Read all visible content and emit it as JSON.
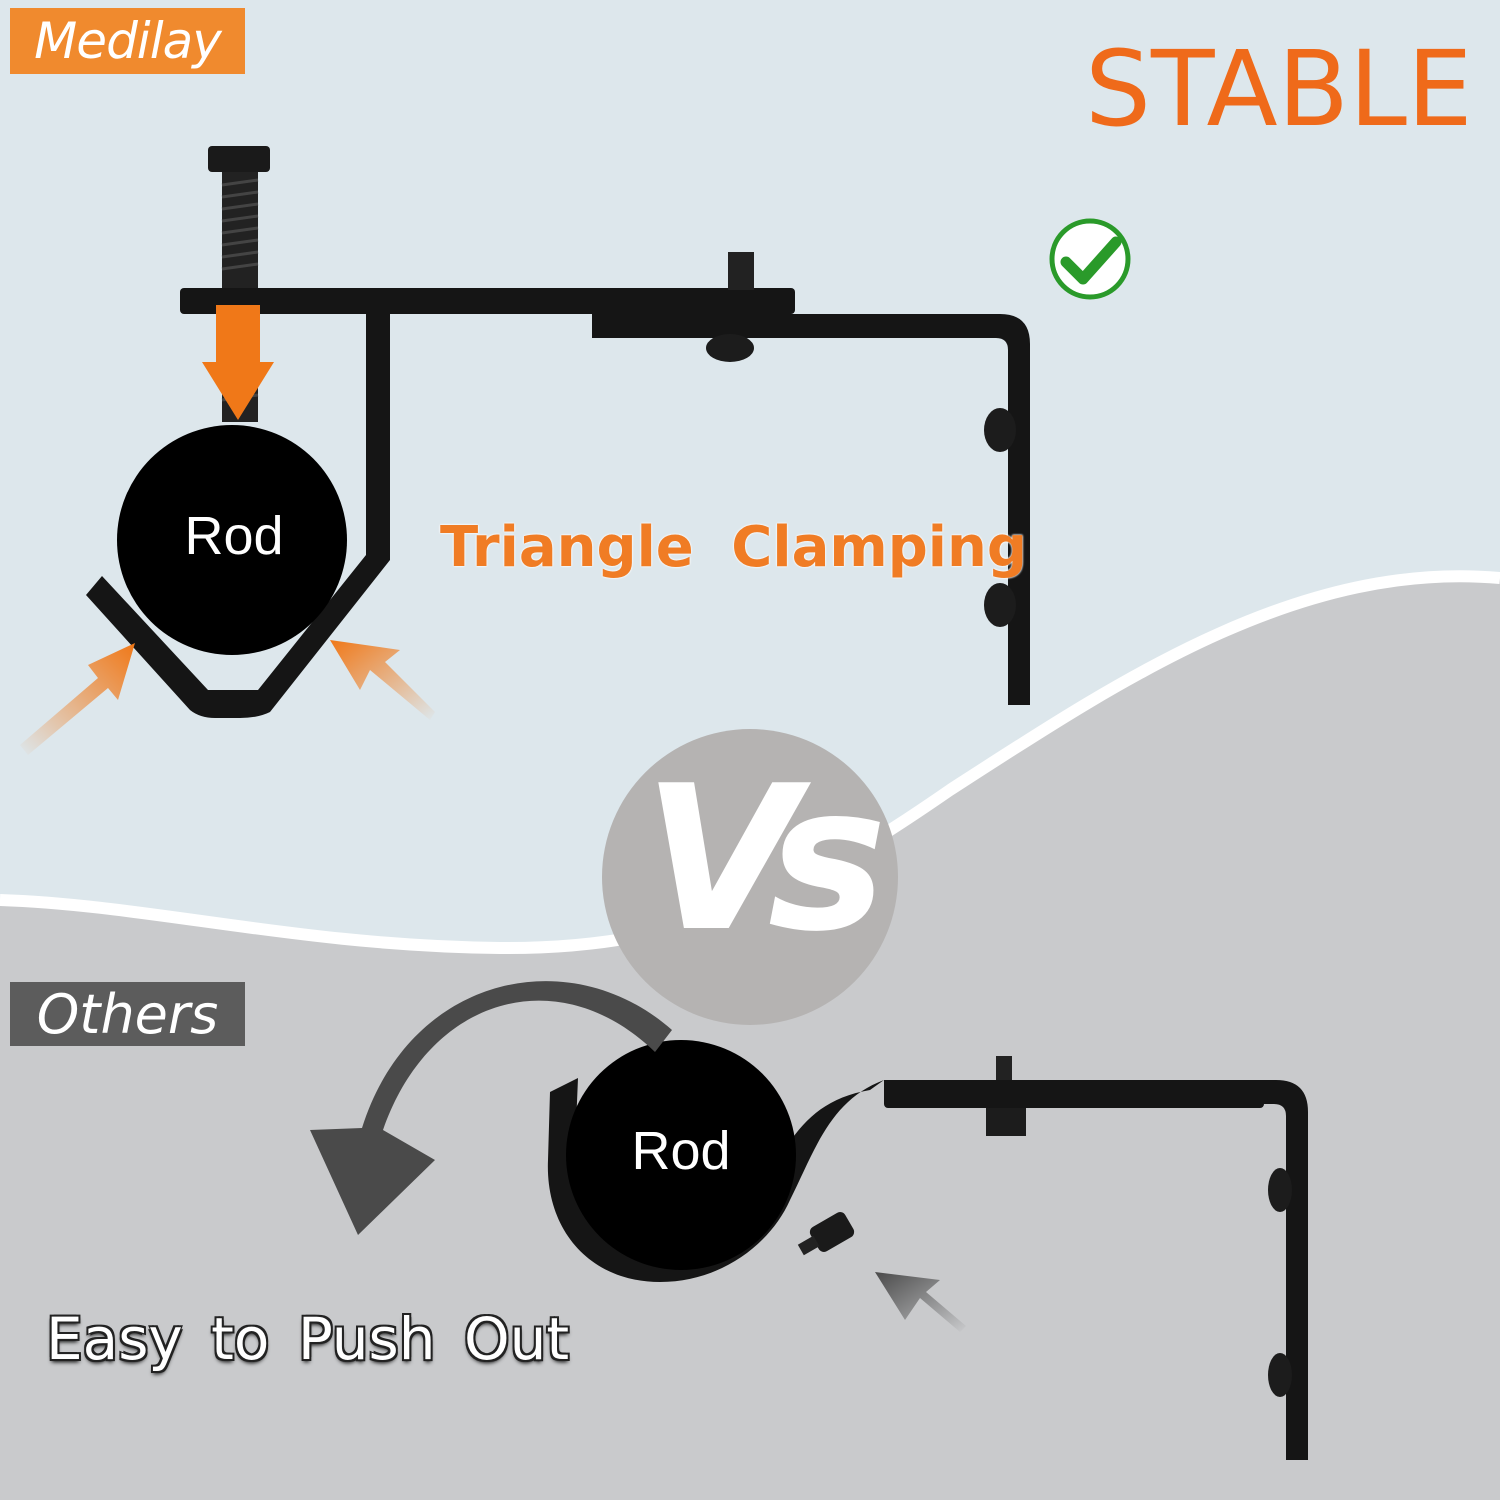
{
  "brand": {
    "name": "Medilay"
  },
  "top_panel": {
    "title": "STABLE",
    "feature_label": "Triangle Clamping",
    "rod_label": "Rod",
    "check_icon": "check-circle-icon",
    "accent_color": "#ef6a1a",
    "background_color": "#dde7ec"
  },
  "comparison": {
    "vs_label": "VS"
  },
  "bottom_panel": {
    "tag": "Others",
    "rod_label": "Rod",
    "caption": "Easy to Push Out",
    "background_color": "#c9cacc"
  },
  "colors": {
    "check_green": "#2a9a2a",
    "arrow_orange": "#f07818",
    "arrow_gray": "#4a4a4a",
    "bracket_black": "#111111"
  }
}
